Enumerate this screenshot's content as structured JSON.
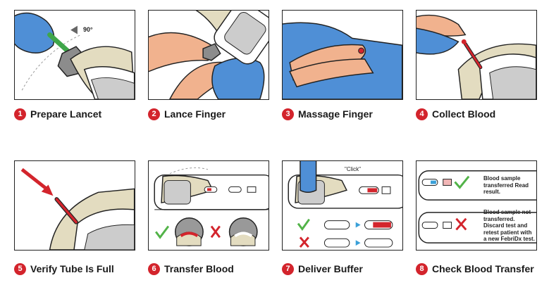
{
  "steps": [
    {
      "num": "1",
      "label": "Prepare Lancet"
    },
    {
      "num": "2",
      "label": "Lance Finger"
    },
    {
      "num": "3",
      "label": "Massage Finger"
    },
    {
      "num": "4",
      "label": "Collect Blood"
    },
    {
      "num": "5",
      "label": "Verify Tube Is Full"
    },
    {
      "num": "6",
      "label": "Transfer Blood"
    },
    {
      "num": "7",
      "label": "Deliver Buffer"
    },
    {
      "num": "8",
      "label": "Check Blood Transfer"
    }
  ],
  "annotations": {
    "angle": "90°",
    "click": "\"Click\"",
    "transferred": "Blood sample transferred Read result.",
    "not_transferred": "Blood sample not transferred. Discard test and retest patient with a new FebriDx test."
  },
  "colors": {
    "accent_red": "#d3242c",
    "glove_blue": "#4f8fd6",
    "skin": "#f1b28e",
    "device_tan": "#e3dcc0",
    "check_green": "#52b348"
  }
}
